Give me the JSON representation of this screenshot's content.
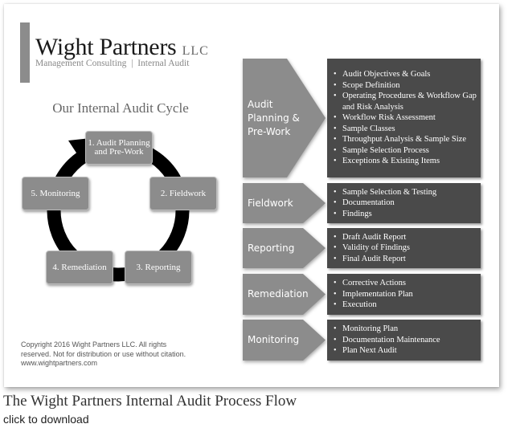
{
  "logo": {
    "name": "Wight Partners",
    "suffix": "LLC",
    "tagline": "Management Consulting  |  Internal Audit"
  },
  "cycle": {
    "title": "Our Internal Audit Cycle",
    "nodes": [
      {
        "line1": "1. Audit Planning",
        "line2": "and Pre-Work"
      },
      {
        "line1": "2. Fieldwork",
        "line2": ""
      },
      {
        "line1": "3. Reporting",
        "line2": ""
      },
      {
        "line1": "4. Remediation",
        "line2": ""
      },
      {
        "line1": "5. Monitoring",
        "line2": ""
      }
    ]
  },
  "copyright": {
    "line1": "Copyright 2016 Wight Partners LLC.  All rights",
    "line2": "reserved.  Not for distribution or use without citation.",
    "line3": "www.wightpartners.com"
  },
  "phases": [
    {
      "label_lines": [
        "Audit",
        "Planning &",
        "Pre-Work"
      ],
      "items": [
        "Audit Objectives & Goals",
        "Scope Definition",
        "Operating Procedures & Workflow Gap and Risk Analysis",
        "Workflow Risk Assessment",
        "Sample Classes",
        "Throughput Analysis & Sample Size",
        "Sample Selection Process",
        "Exceptions & Existing Items"
      ]
    },
    {
      "label_lines": [
        "Fieldwork"
      ],
      "items": [
        "Sample Selection & Testing",
        "Documentation",
        "Findings"
      ]
    },
    {
      "label_lines": [
        "Reporting"
      ],
      "items": [
        "Draft Audit Report",
        "Validity of Findings",
        "Final Audit Report"
      ]
    },
    {
      "label_lines": [
        "Remediation"
      ],
      "items": [
        "Corrective Actions",
        "Implementation Plan",
        "Execution"
      ]
    },
    {
      "label_lines": [
        "Monitoring"
      ],
      "items": [
        "Monitoring Plan",
        "Documentation Maintenance",
        "Plan Next Audit"
      ]
    }
  ],
  "caption": "The Wight Partners Internal Audit Process Flow",
  "download_link": "click to download",
  "colors": {
    "chevron": "#8c8c8c",
    "dark_box": "#4a4a4a",
    "cycle_node": "#8c8c8c",
    "cycle_ring": "#000000"
  }
}
